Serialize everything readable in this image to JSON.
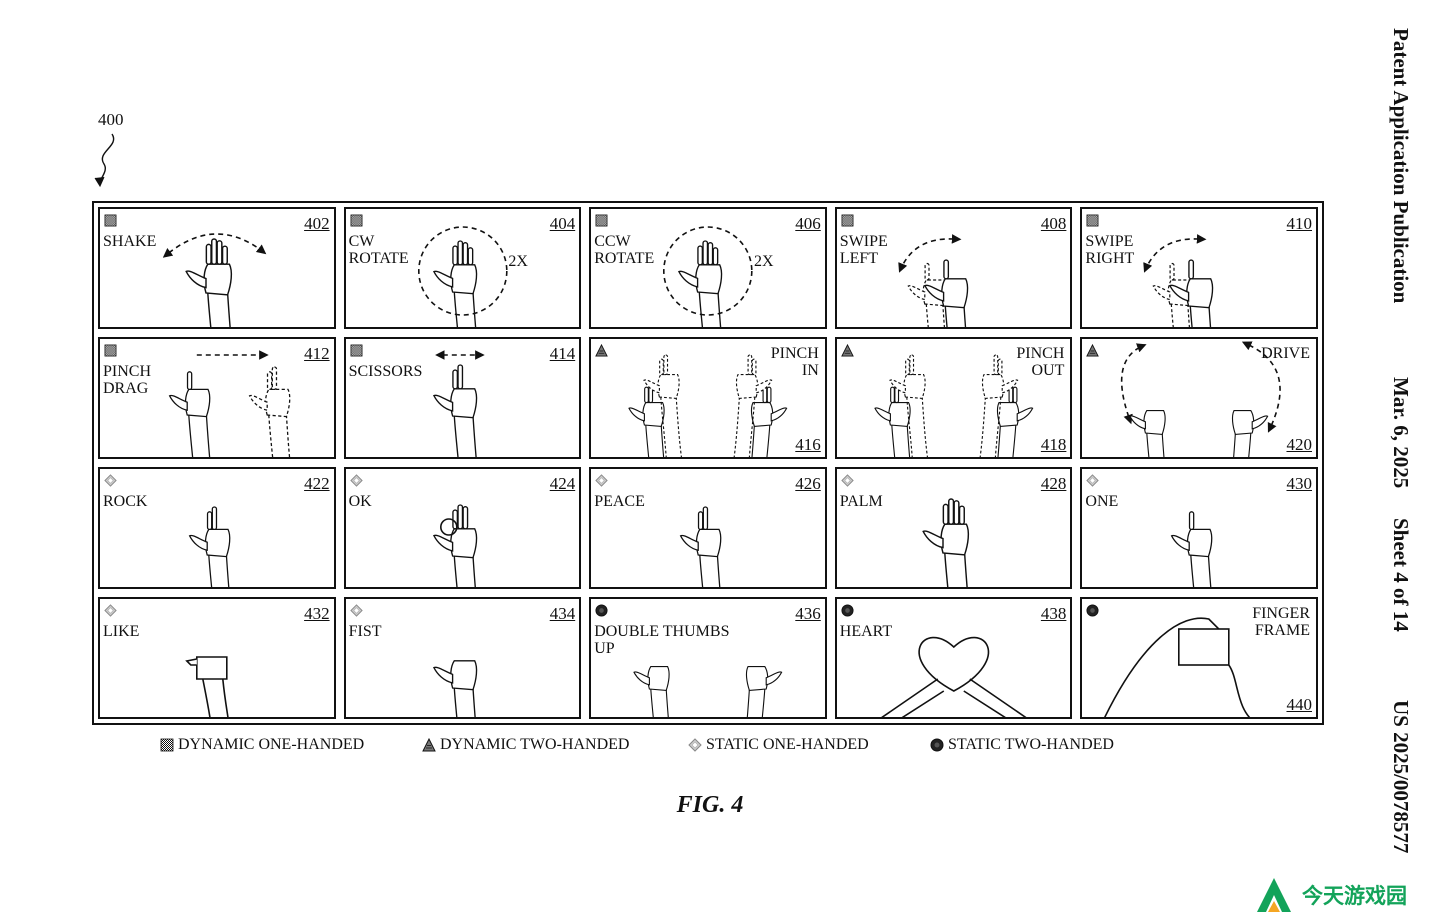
{
  "figure": {
    "reference_number": "400",
    "caption": "FIG. 4",
    "panels": [
      {
        "number": "402",
        "label": "SHAKE",
        "type": "dynamic-one",
        "art": "shake"
      },
      {
        "number": "404",
        "label": "CW\nROTATE",
        "extra": "2X",
        "type": "dynamic-one",
        "art": "rotate"
      },
      {
        "number": "406",
        "label": "CCW\nROTATE",
        "extra": "2X",
        "type": "dynamic-one",
        "art": "rotate"
      },
      {
        "number": "408",
        "label": "SWIPE\nLEFT",
        "type": "dynamic-one",
        "art": "swipe"
      },
      {
        "number": "410",
        "label": "SWIPE\nRIGHT",
        "type": "dynamic-one",
        "art": "swipe"
      },
      {
        "number": "412",
        "label": "PINCH\nDRAG",
        "type": "dynamic-one",
        "art": "pinchdrag"
      },
      {
        "number": "414",
        "label": "SCISSORS",
        "type": "dynamic-one",
        "art": "scissors"
      },
      {
        "number": "416",
        "label": "PINCH\nIN",
        "type": "dynamic-two",
        "art": "pinch2",
        "num_bottom": true,
        "label_right": true
      },
      {
        "number": "418",
        "label": "PINCH\nOUT",
        "type": "dynamic-two",
        "art": "pinch2",
        "num_bottom": true,
        "label_right": true
      },
      {
        "number": "420",
        "label": "DRIVE",
        "type": "dynamic-two",
        "art": "drive",
        "num_bottom": true,
        "label_right": true
      },
      {
        "number": "422",
        "label": "ROCK",
        "type": "static-one",
        "art": "hand"
      },
      {
        "number": "424",
        "label": "OK",
        "type": "static-one",
        "art": "ok"
      },
      {
        "number": "426",
        "label": "PEACE",
        "type": "static-one",
        "art": "hand"
      },
      {
        "number": "428",
        "label": "PALM",
        "type": "static-one",
        "art": "palm"
      },
      {
        "number": "430",
        "label": "ONE",
        "type": "static-one",
        "art": "one"
      },
      {
        "number": "432",
        "label": "LIKE",
        "type": "static-one",
        "art": "like"
      },
      {
        "number": "434",
        "label": "FIST",
        "type": "static-one",
        "art": "fist"
      },
      {
        "number": "436",
        "label": "DOUBLE THUMBS\nUP",
        "type": "static-two",
        "art": "thumbs2"
      },
      {
        "number": "438",
        "label": "HEART",
        "type": "static-two",
        "art": "heart"
      },
      {
        "number": "440",
        "label": "FINGER\nFRAME",
        "type": "static-two",
        "art": "frame",
        "num_bottom": true,
        "label_right": true
      }
    ]
  },
  "legend": [
    {
      "type": "dynamic-one",
      "label": "DYNAMIC ONE-HANDED"
    },
    {
      "type": "dynamic-two",
      "label": "DYNAMIC TWO-HANDED"
    },
    {
      "type": "static-one",
      "label": "STATIC ONE-HANDED"
    },
    {
      "type": "static-two",
      "label": "STATIC TWO-HANDED"
    }
  ],
  "sidebar": {
    "title": "Patent Application Publication",
    "date": "Mar. 6, 2025",
    "sheet": "Sheet 4 of 14",
    "pub_number": "US 2025/0078577"
  },
  "watermark": {
    "text": "今天游戏园",
    "accent": "#13a35a"
  }
}
